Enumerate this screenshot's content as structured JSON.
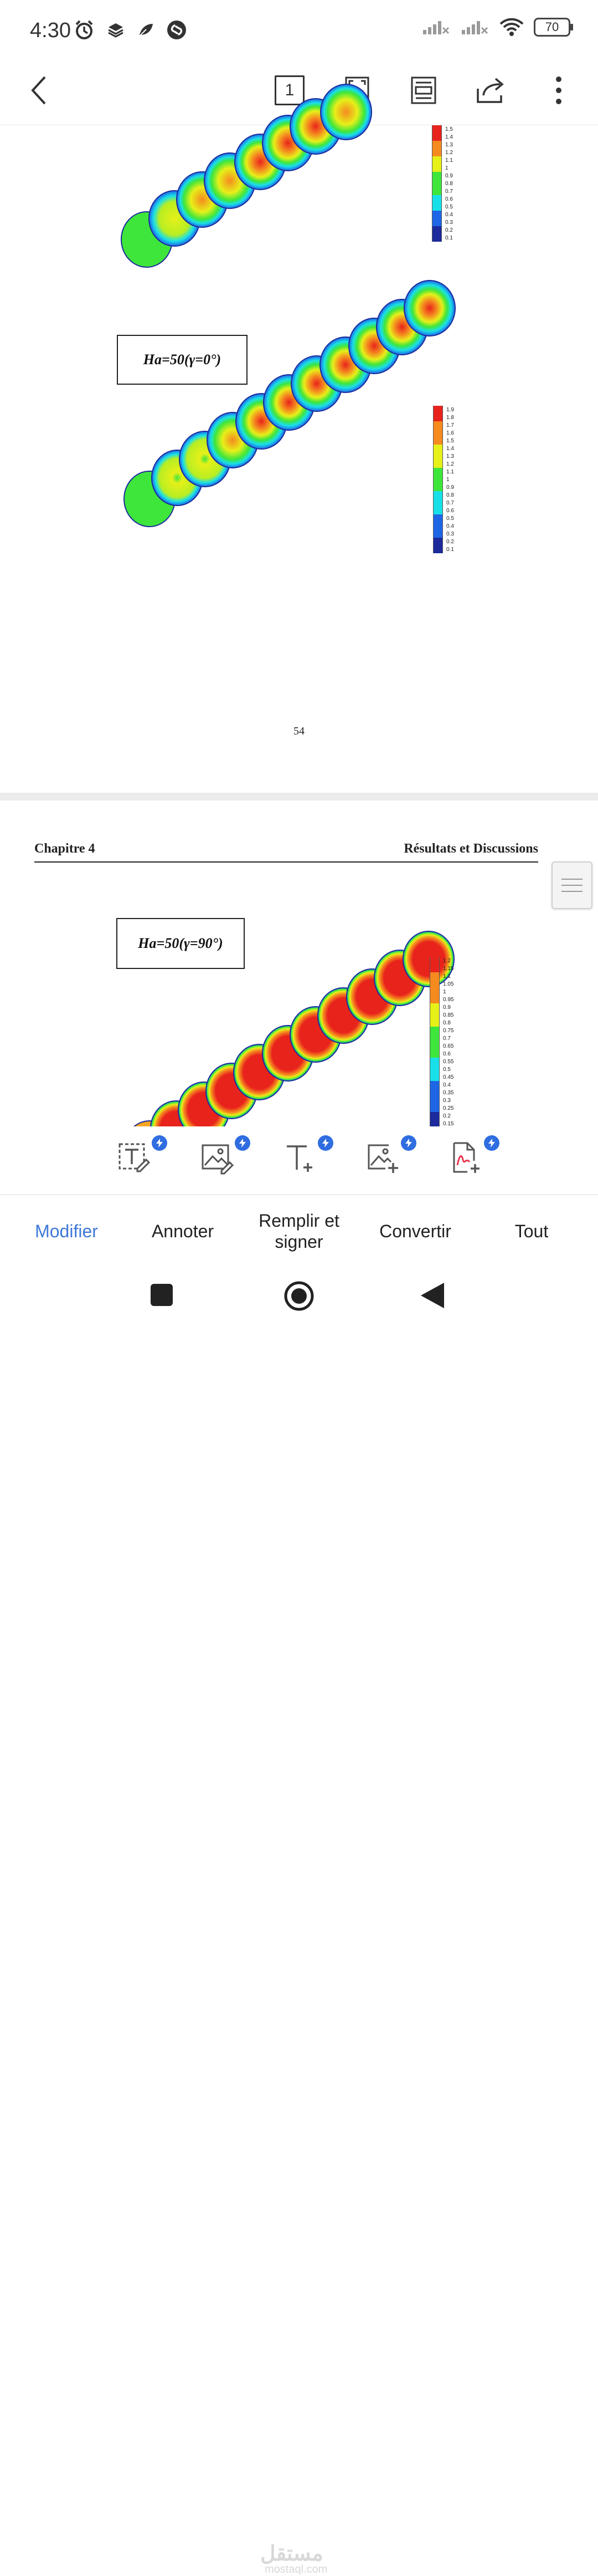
{
  "status_bar": {
    "time": "4:30",
    "battery": "70",
    "left_icons": [
      "alarm-icon",
      "layers-icon",
      "leaf-icon",
      "shazam-icon"
    ],
    "right_icons": [
      "signal-icon",
      "signal-icon",
      "wifi-icon",
      "battery-icon"
    ]
  },
  "toolbar": {
    "back_icon": "chevron-left-icon",
    "page_number": "1",
    "icons": [
      "page-number-icon",
      "fullscreen-icon",
      "reading-mode-icon",
      "share-icon",
      "more-vertical-icon"
    ]
  },
  "document": {
    "page_54": {
      "caption_2": "Ha=50(γ=0°)",
      "legend_1_labels": [
        "1.5",
        "1.4",
        "1.3",
        "1.2",
        "1.1",
        "1",
        "0.9",
        "0.8",
        "0.7",
        "0.6",
        "0.5",
        "0.4",
        "0.3",
        "0.2",
        "0.1"
      ],
      "legend_2_labels": [
        "1.9",
        "1.8",
        "1.7",
        "1.6",
        "1.5",
        "1.4",
        "1.3",
        "1.2",
        "1.1",
        "1",
        "0.9",
        "0.8",
        "0.7",
        "0.6",
        "0.5",
        "0.4",
        "0.3",
        "0.2",
        "0.1"
      ],
      "page_number": "54"
    },
    "page_55": {
      "chapter_left": "Chapitre 4",
      "chapter_right": "Résultats et Discussions",
      "caption": "Ha=50(γ=90°)",
      "legend_labels": [
        "1.2",
        "1.15",
        "1.1",
        "1.05",
        "1",
        "0.95",
        "0.9",
        "0.85",
        "0.8",
        "0.75",
        "0.7",
        "0.65",
        "0.6",
        "0.55",
        "0.5",
        "0.45",
        "0.4",
        "0.35",
        "0.3",
        "0.25",
        "0.2",
        "0.15"
      ]
    },
    "colors": {
      "red": "#e8231c",
      "orange": "#f58a1f",
      "yellow": "#e6f019",
      "green": "#3ee63c",
      "cyan": "#19e0e8",
      "blue": "#1e66e6",
      "navy": "#1c2a9c"
    }
  },
  "tools": {
    "items": [
      "edit-text-icon",
      "edit-image-icon",
      "add-text-icon",
      "add-image-icon",
      "pdf-sign-icon"
    ],
    "badge_icon": "lightning-icon",
    "badge_color": "#2f6de1"
  },
  "tabs": {
    "modifier": "Modifier",
    "annoter": "Annoter",
    "remplir_line1": "Remplir et",
    "remplir_line2": "signer",
    "convertir": "Convertir",
    "tout": "Tout",
    "active_color": "#3d78d8"
  },
  "nav": {
    "icons": [
      "recents-square-icon",
      "home-circle-icon",
      "back-triangle-icon"
    ],
    "watermark": "مستقل",
    "watermark_sub": "mostaql.com"
  }
}
